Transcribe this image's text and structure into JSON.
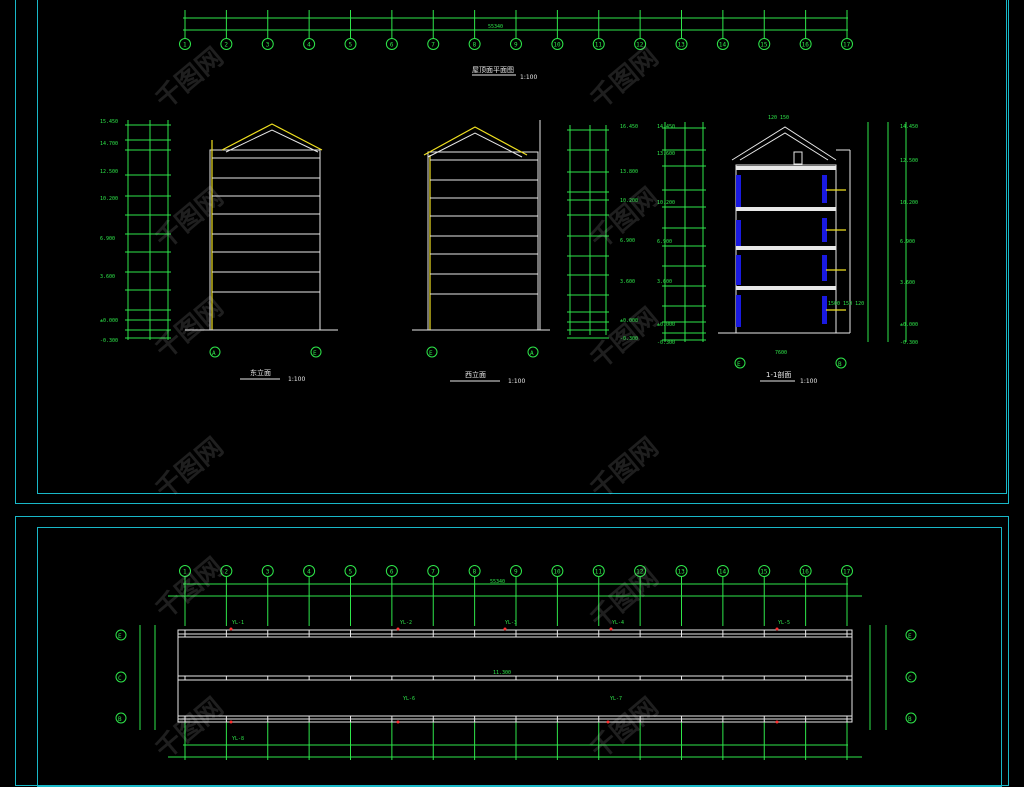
{
  "titles": {
    "roof_plan": "屋顶面平面图",
    "roof_plan_scale": "1:100",
    "east": "东立面",
    "east_scale": "1:100",
    "west": "西立面",
    "west_scale": "1:100",
    "section": "1-1剖面",
    "section_scale": "1:100"
  },
  "grid_axes": [
    "1",
    "2",
    "3",
    "4",
    "5",
    "6",
    "7",
    "8",
    "9",
    "10",
    "11",
    "12",
    "13",
    "14",
    "15",
    "16",
    "17"
  ],
  "row_axes": [
    "E",
    "C",
    "B"
  ],
  "total_dim": "55340",
  "center_label": "11.300",
  "east_axes": [
    "A",
    "E"
  ],
  "west_axes": [
    "E",
    "A"
  ],
  "section_axes": [
    "E",
    "B"
  ],
  "levels_left": [
    "15.450",
    "14.700",
    "12.500",
    "10.200",
    "6.900",
    "3.600",
    "±0.000",
    "-0.300"
  ],
  "levels_right": [
    "16.450",
    "13.800",
    "10.200",
    "6.900",
    "3.600",
    "±0.000",
    "-0.300"
  ],
  "sec_levels_left": [
    "14.450",
    "13.600",
    "10.200",
    "6.900",
    "3.600",
    "±0.000",
    "-0.300"
  ],
  "sec_levels_right": [
    "14.450",
    "12.500",
    "10.200",
    "6.900",
    "3.600",
    "±0.000",
    "-0.300"
  ],
  "section_top_dims": "120  150",
  "section_bottom_dims": "7600",
  "sec_side_dims": "1500  150  120",
  "beam_labels": [
    "YL-1",
    "YL-2",
    "YL-3",
    "YL-4",
    "YL-5",
    "YL-6",
    "YL-7",
    "YL-8"
  ],
  "colors": {
    "frame": "#19b8c8",
    "dim": "#2ee64a",
    "line": "#e8e8e8",
    "wall": "#f0e020",
    "window": "#1a1ae0"
  },
  "watermark": "千图网"
}
